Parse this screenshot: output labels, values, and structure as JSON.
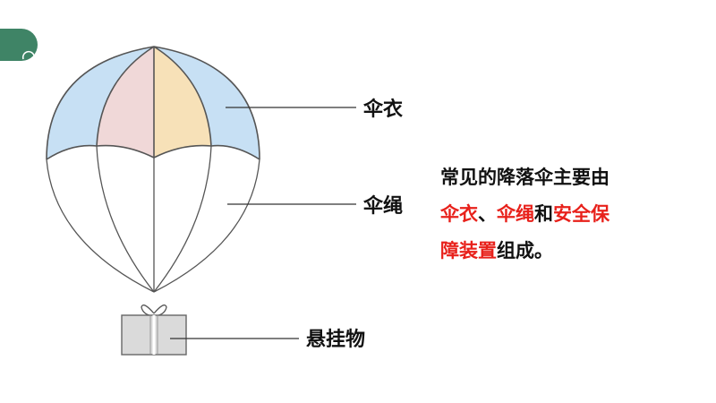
{
  "labels": {
    "canopy": "伞衣",
    "cords": "伞绳",
    "load": "悬挂物"
  },
  "description": {
    "line1": "常见的降落伞主要由",
    "part_canopy": "伞衣",
    "sep1": "、",
    "part_cords": "伞绳",
    "conj": "和",
    "part_safety_a": "安全保",
    "part_safety_b": "障装置",
    "end": "组成。"
  },
  "colors": {
    "accent_green": "#3f8466",
    "highlight_red": "#e8211b",
    "canopy_blue": "#c7e0f4",
    "canopy_pink": "#f0d8d8",
    "canopy_yellow": "#f7e1b8",
    "outline": "#555555",
    "box_fill": "#dadada"
  },
  "icons": {
    "corner_tab": "rounded-tab-shape"
  }
}
